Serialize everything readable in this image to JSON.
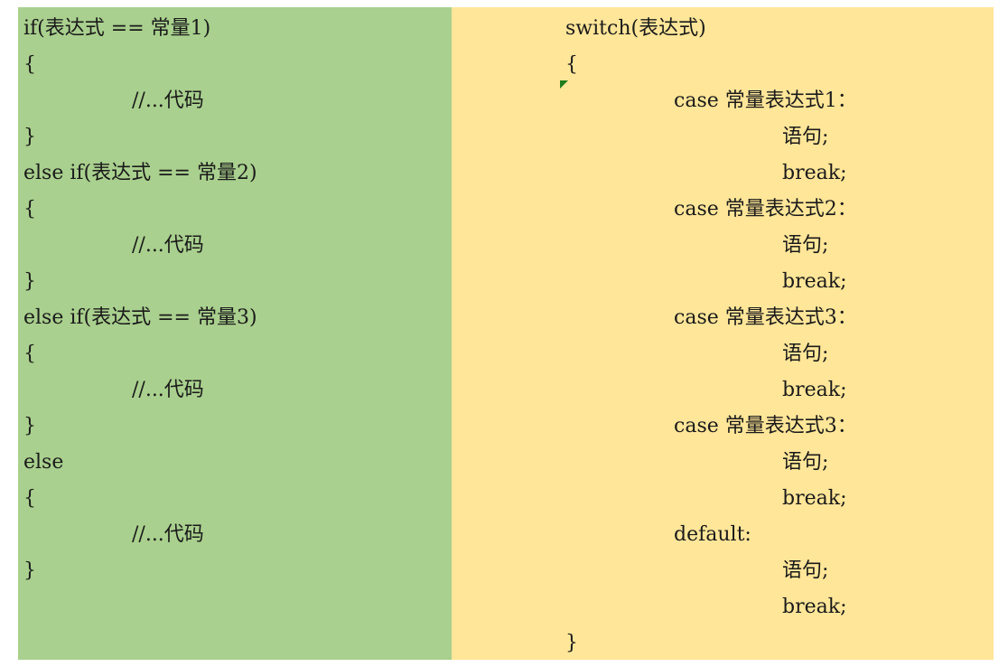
{
  "if_else_code": [
    "if(表达式 == 常量1)",
    "{",
    "//...代码",
    "}",
    "else if(表达式 == 常量2)",
    "{",
    "//...代码",
    "}",
    "else if(表达式 == 常量3)",
    "{",
    "//...代码",
    "}",
    "else",
    "{",
    "//...代码",
    "}"
  ],
  "switch_code": [
    "switch(表达式)",
    "{",
    "case 常量表达式1：",
    "语句;",
    "break;",
    "case 常量表达式2：",
    "语句;",
    "break;",
    "case 常量表达式3：",
    "语句;",
    "break;",
    "case 常量表达式3：",
    "语句;",
    "break;",
    "default:",
    "语句;",
    "break;",
    "}"
  ],
  "colors": {
    "left_panel_bg": "#a9d08e",
    "right_panel_bg": "#ffe699",
    "cell_marker": "#1e7d1e"
  }
}
